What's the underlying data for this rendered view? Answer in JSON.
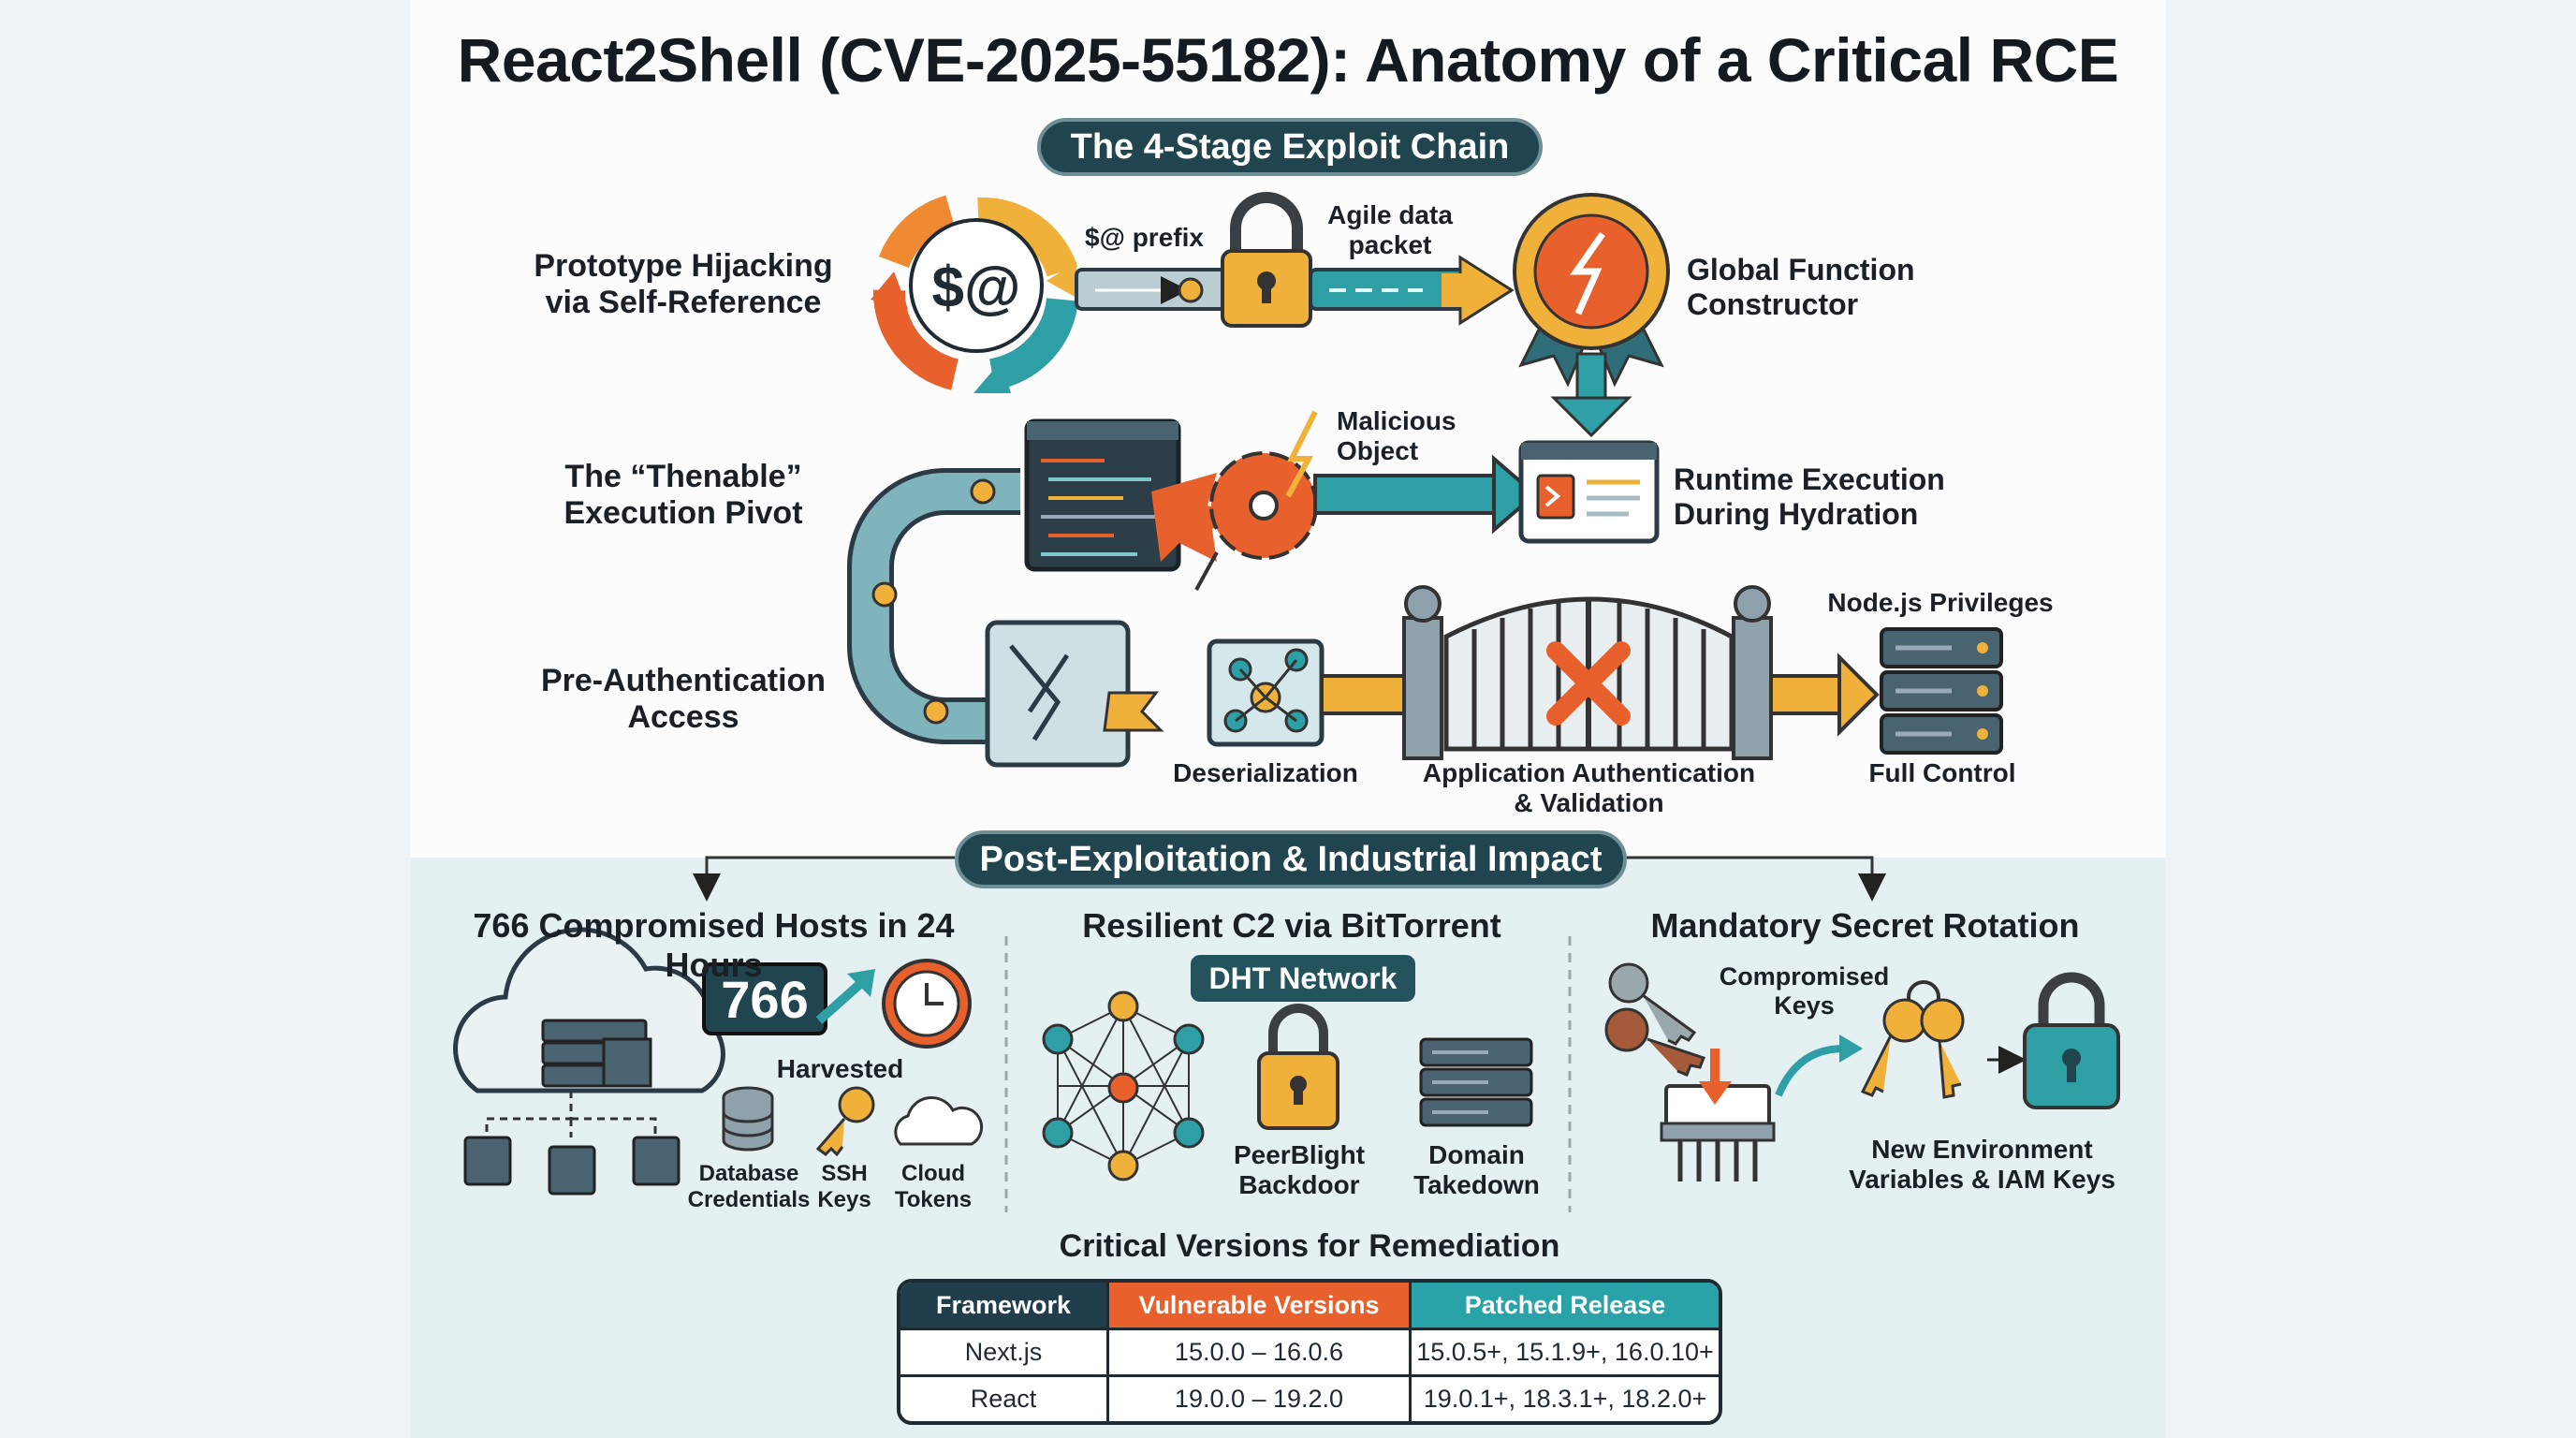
{
  "title": "React2Shell (CVE-2025-55182): Anatomy of a Critical RCE",
  "stage_header": "The 4-Stage Exploit Chain",
  "stages": {
    "prototype": "Prototype Hijacking\nvia Self-Reference",
    "thenable": "The “Thenable”\nExecution Pivot",
    "preauth": "Pre-Authentication\nAccess"
  },
  "labels": {
    "prefix": "$@ prefix",
    "prefix_glyph": "$@",
    "packet": "Agile data\npacket",
    "global_fn": "Global Function\nConstructor",
    "malicious": "Malicious\nObject",
    "runtime": "Runtime Execution\nDuring Hydration",
    "node_priv": "Node.js Privileges",
    "deserial": "Deserialization",
    "app_auth": "Application Authentication\n& Validation",
    "full_control": "Full Control"
  },
  "impact_header": "Post-Exploitation & Industrial Impact",
  "hosts": {
    "title": "766 Compromised Hosts in 24 Hours",
    "count": "766",
    "harvested": "Harvested",
    "items": [
      "Database\nCredentials",
      "SSH\nKeys",
      "Cloud\nTokens"
    ]
  },
  "c2": {
    "title": "Resilient C2 via BitTorrent",
    "badge": "DHT Network",
    "backdoor": "PeerBlight\nBackdoor",
    "takedown": "Domain\nTakedown"
  },
  "secrets": {
    "title": "Mandatory Secret Rotation",
    "compromised": "Compromised\nKeys",
    "new_env": "New Environment\nVariables & IAM Keys"
  },
  "remediation": {
    "title": "Critical Versions for Remediation",
    "headers": [
      "Framework",
      "Vulnerable Versions",
      "Patched Release"
    ],
    "header_colors": [
      "#1f3d4a",
      "#e8612c",
      "#2aa3a8"
    ],
    "rows": [
      [
        "Next.js",
        "15.0.0 – 16.0.6",
        "15.0.5+, 15.1.9+, 16.0.10+"
      ],
      [
        "React",
        "19.0.0 – 19.2.0",
        "19.0.1+, 18.3.1+, 18.2.0+"
      ]
    ]
  },
  "colors": {
    "teal": "#2f9fa6",
    "orange": "#e8612c",
    "gold": "#f0b13a",
    "navy": "#20454f"
  }
}
